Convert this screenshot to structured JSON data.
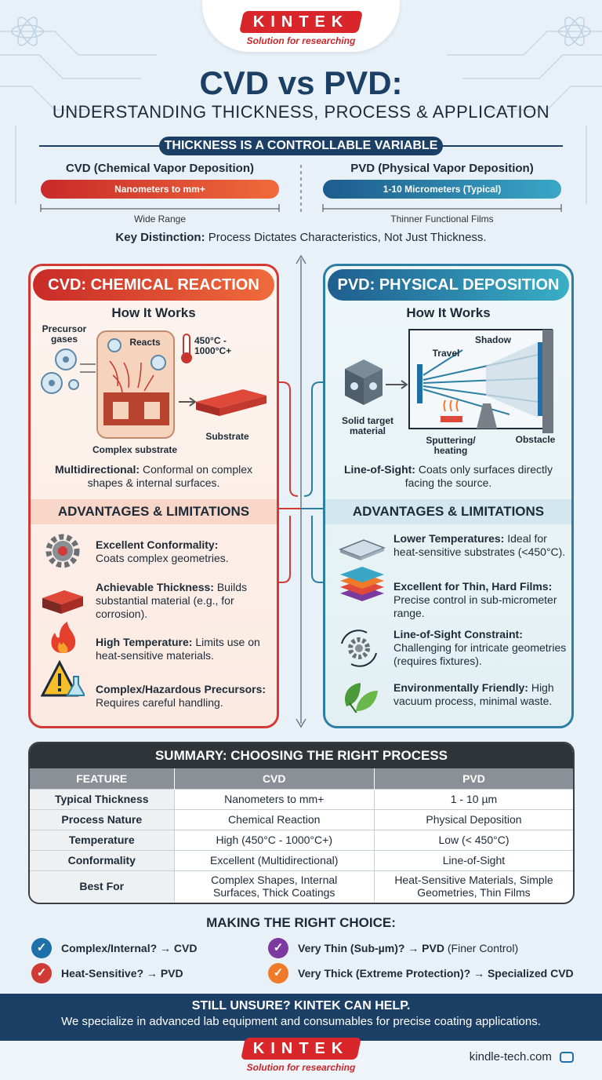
{
  "brand": {
    "name": "KINTEK",
    "tagline": "Solution for researching"
  },
  "title": {
    "main": "CVD vs PVD:",
    "sub": "UNDERSTANDING THICKNESS, PROCESS & APPLICATION"
  },
  "thickness": {
    "banner": "THICKNESS IS A CONTROLLABLE VARIABLE",
    "cvd": {
      "heading": "CVD (Chemical Vapor Deposition)",
      "bar": "Nanometers to mm+",
      "range": "Wide Range"
    },
    "pvd": {
      "heading": "PVD (Physical Vapor Deposition)",
      "bar": "1-10 Micrometers (Typical)",
      "range": "Thinner Functional Films"
    },
    "key_label": "Key Distinction:",
    "key_text": " Process Dictates Characteristics, Not Just Thickness."
  },
  "cvd_panel": {
    "title": "CVD: CHEMICAL REACTION",
    "how": "How It Works",
    "labels": {
      "precursor": "Precursor gases",
      "reacts": "Reacts",
      "temp": "450°C - 1000°C+",
      "complex": "Complex substrate",
      "substrate": "Substrate"
    },
    "desc_bold": "Multidirectional:",
    "desc_text": " Conformal on complex shapes & internal surfaces.",
    "adv_title": "ADVANTAGES & LIMITATIONS",
    "items": [
      {
        "bold": "Excellent Conformality:",
        "text": " Coats complex geometries.",
        "icon": "gear-icon"
      },
      {
        "bold": "Achievable Thickness:",
        "text": " Builds substantial material (e.g., for corrosion).",
        "icon": "thick-layer-icon"
      },
      {
        "bold": "High Temperature:",
        "text": " Limits use on heat-sensitive materials.",
        "icon": "flame-icon"
      },
      {
        "bold": "Complex/Hazardous Precursors:",
        "text": " Requires careful handling.",
        "icon": "warning-flask-icon"
      }
    ]
  },
  "pvd_panel": {
    "title": "PVD: PHYSICAL DEPOSITION",
    "how": "How It Works",
    "labels": {
      "shadow": "Shadow",
      "travel": "Travel",
      "target": "Solid target material",
      "sputter": "Sputtering/ heating",
      "obstacle": "Obstacle"
    },
    "desc_bold": "Line-of-Sight:",
    "desc_text": " Coats only surfaces directly facing the source.",
    "adv_title": "ADVANTAGES & LIMITATIONS",
    "items": [
      {
        "bold": "Lower Temperatures:",
        "text": " Ideal for heat-sensitive substrates (<450°C).",
        "icon": "thin-plate-icon"
      },
      {
        "bold": "Excellent for Thin, Hard Films:",
        "text": " Precise control in sub-micrometer range.",
        "icon": "layers-icon"
      },
      {
        "bold": "Line-of-Sight Constraint:",
        "text": " Challenging for intricate geometries (requires fixtures).",
        "icon": "rotate-gear-icon"
      },
      {
        "bold": "Environmentally Friendly:",
        "text": " High vacuum process, minimal waste.",
        "icon": "leaf-icon"
      }
    ]
  },
  "summary": {
    "title": "SUMMARY: CHOOSING THE RIGHT PROCESS",
    "headers": [
      "FEATURE",
      "CVD",
      "PVD"
    ],
    "rows": [
      [
        "Typical Thickness",
        "Nanometers to mm+",
        "1 - 10 µm"
      ],
      [
        "Process Nature",
        "Chemical Reaction",
        "Physical Deposition"
      ],
      [
        "Temperature",
        "High (450°C - 1000°C+)",
        "Low (< 450°C)"
      ],
      [
        "Conformality",
        "Excellent (Multidirectional)",
        "Line-of-Sight"
      ],
      [
        "Best For",
        "Complex Shapes, Internal Surfaces, Thick Coatings",
        "Heat-Sensitive Materials, Simple Geometries, Thin Films"
      ]
    ]
  },
  "choice": {
    "title": "MAKING THE RIGHT CHOICE:",
    "items": [
      {
        "text": "Complex/Internal? → CVD",
        "extra": "",
        "color": "#1f6fa8"
      },
      {
        "text": "Very Thin (Sub-µm)? → PVD",
        "extra": " (Finer Control)",
        "color": "#7b3a9e"
      },
      {
        "text": "Heat-Sensitive? → PVD",
        "extra": "",
        "color": "#d23a35"
      },
      {
        "text": "Very Thick (Extreme Protection)? → Specialized CVD",
        "extra": "",
        "color": "#ee7a2a"
      }
    ]
  },
  "footer": {
    "headline": "STILL UNSURE? KINTEK CAN HELP.",
    "text": "We specialize in advanced lab equipment and consumables for precise coating applications.",
    "site": "kindle-tech.com"
  },
  "colors": {
    "cvd": "#d23a35",
    "pvd": "#2c7fa3",
    "navy": "#1c3f66"
  }
}
